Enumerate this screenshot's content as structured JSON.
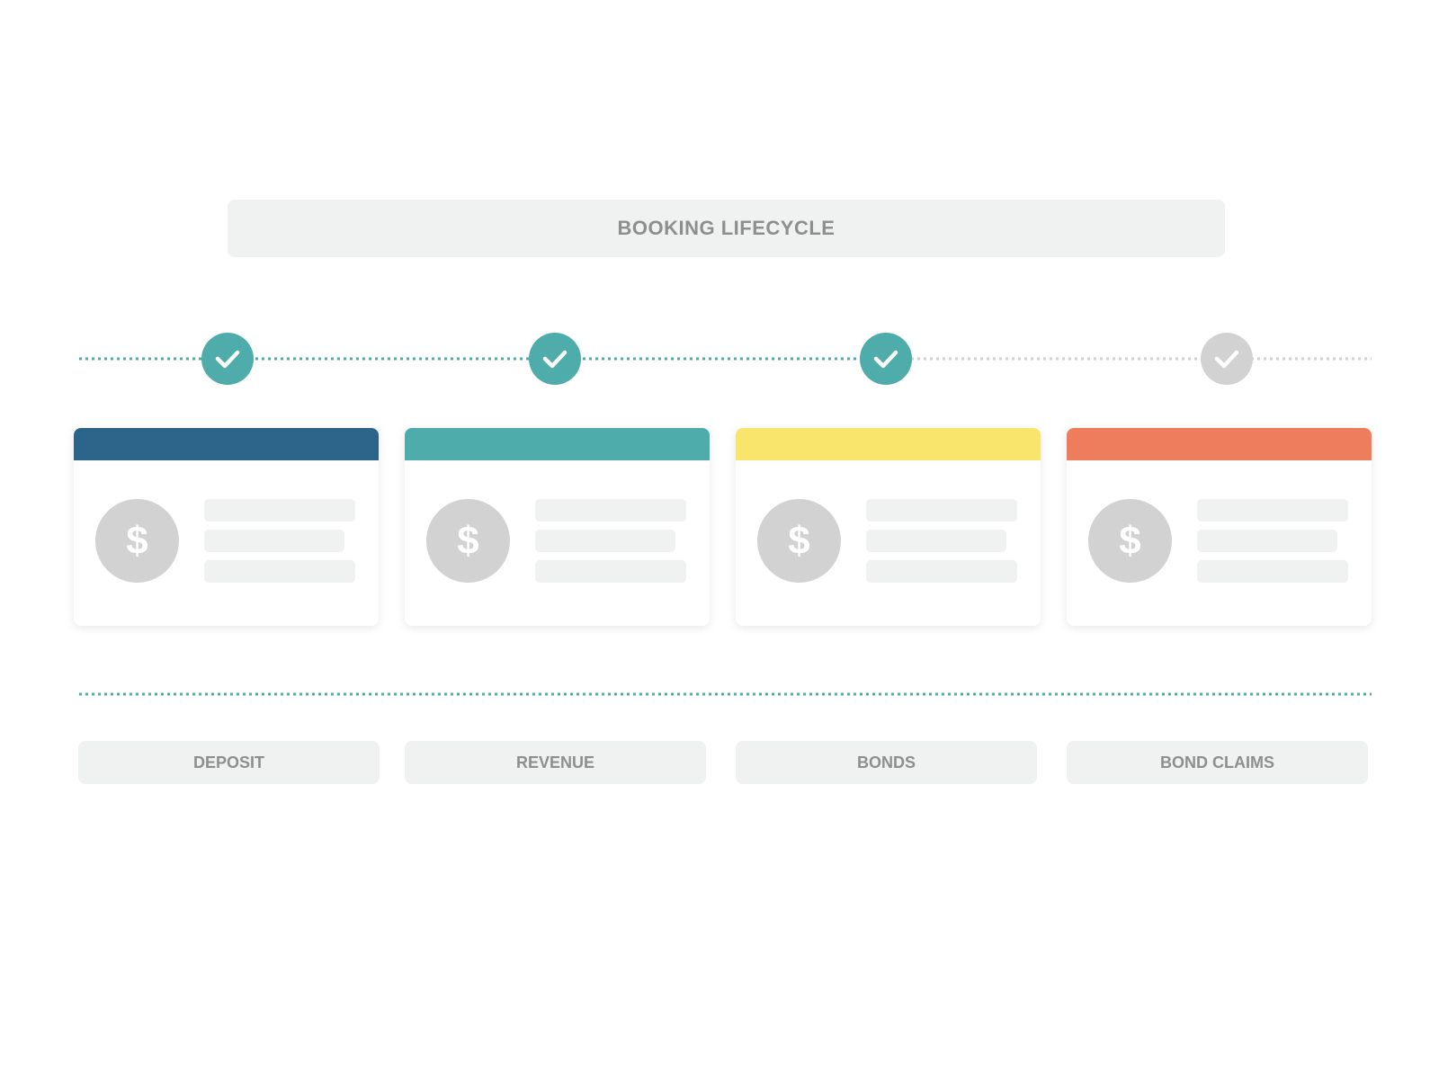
{
  "title": "BOOKING LIFECYCLE",
  "colors": {
    "active": "#4eacaa",
    "inactive": "#d2d2d2"
  },
  "steps": [
    {
      "status": "complete",
      "icon": "check-icon"
    },
    {
      "status": "complete",
      "icon": "check-icon"
    },
    {
      "status": "complete",
      "icon": "check-icon"
    },
    {
      "status": "pending",
      "icon": "check-icon"
    }
  ],
  "cards": [
    {
      "label": "DEPOSIT",
      "header_color": "#2a6489",
      "icon": "dollar-icon",
      "symbol": "$"
    },
    {
      "label": "REVENUE",
      "header_color": "#4eacaa",
      "icon": "dollar-icon",
      "symbol": "$"
    },
    {
      "label": "BONDS",
      "header_color": "#f9e46c",
      "icon": "dollar-icon",
      "symbol": "$"
    },
    {
      "label": "BOND CLAIMS",
      "header_color": "#ee7d5d",
      "icon": "dollar-icon",
      "symbol": "$"
    }
  ]
}
